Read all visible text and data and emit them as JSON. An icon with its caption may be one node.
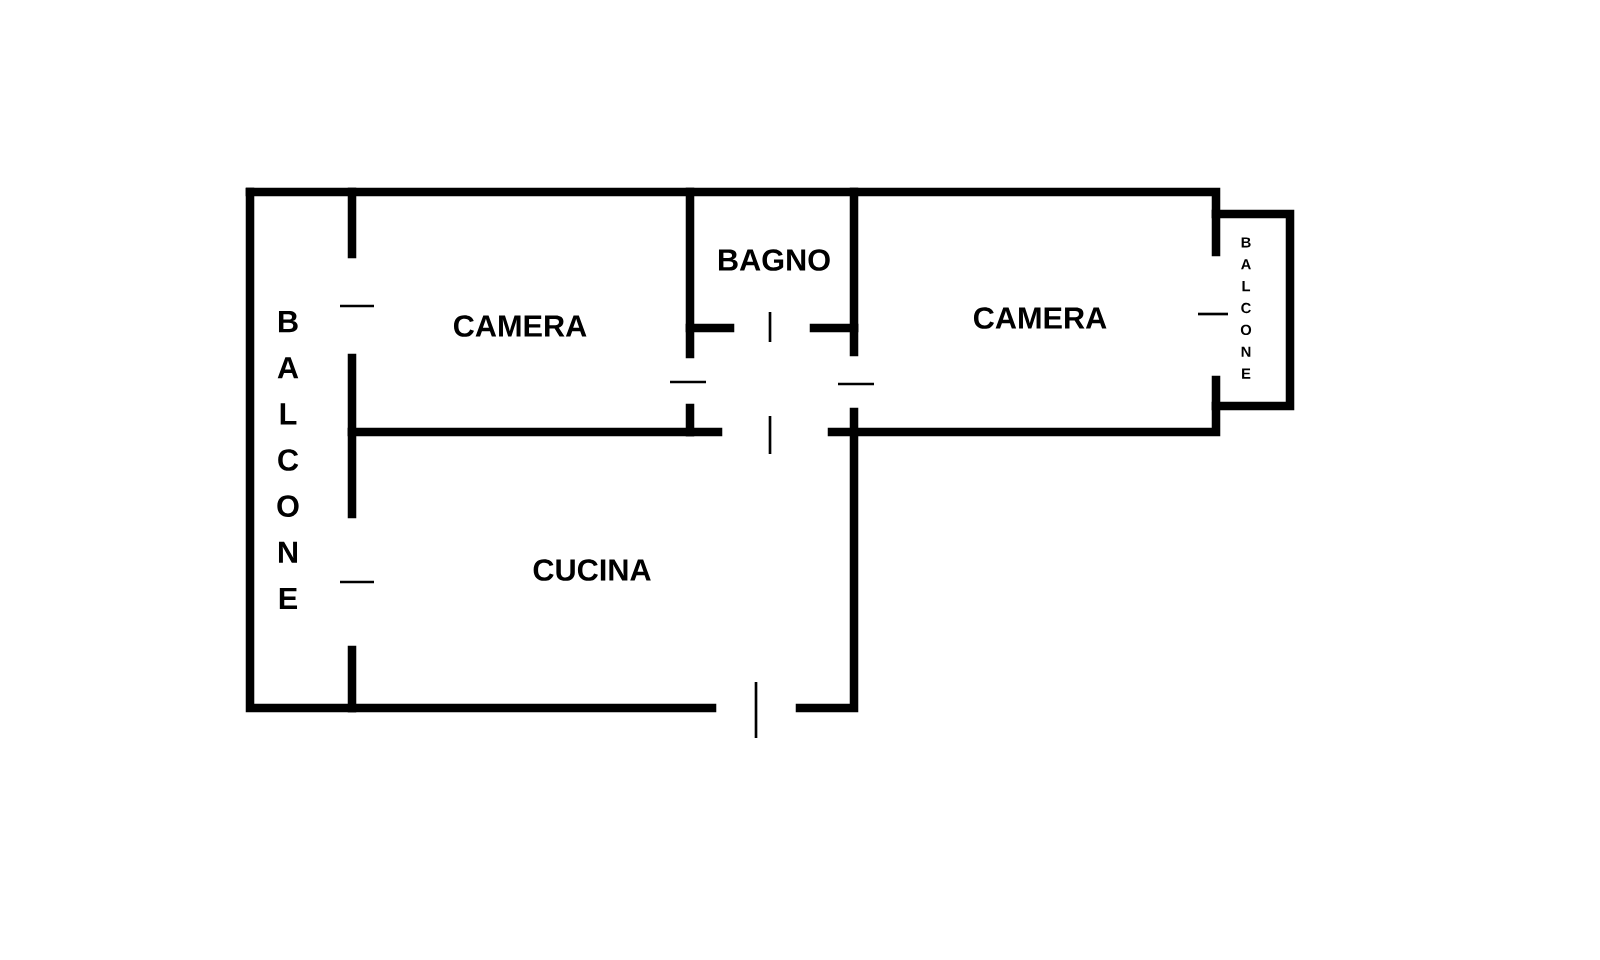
{
  "diagram": {
    "labels": [
      "BALCONE",
      "CAMERA",
      "BAGNO",
      "CAMERA",
      "BALCONE",
      "CUCINA"
    ]
  }
}
